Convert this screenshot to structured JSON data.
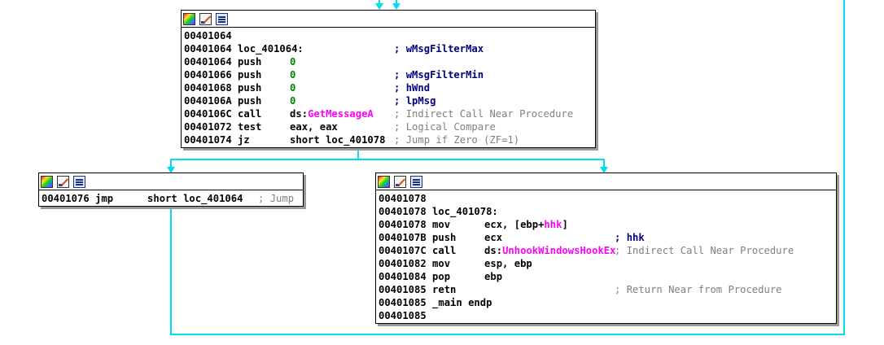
{
  "colors": {
    "edge": "#00dcf0",
    "address": "#000000",
    "number": "#008000",
    "api": "#ff00ff",
    "param_comment": "#000080",
    "auto_comment": "#808080"
  },
  "header_icons": [
    "color-palette-icon",
    "rename-icon",
    "graph-overview-icon"
  ],
  "blocks": {
    "top": {
      "lines": [
        {
          "addr": "00401064",
          "op": "",
          "args": "",
          "comment": ""
        },
        {
          "addr": "00401064",
          "op": "loc_401064:",
          "args": "",
          "comment": "; wMsgFilterMax"
        },
        {
          "addr": "00401064",
          "op": "push",
          "args": "0",
          "comment": ""
        },
        {
          "addr": "00401066",
          "op": "push",
          "args": "0",
          "comment": "; wMsgFilterMin"
        },
        {
          "addr": "00401068",
          "op": "push",
          "args": "0",
          "comment": "; hWnd"
        },
        {
          "addr": "0040106A",
          "op": "push",
          "args": "0",
          "comment": "; lpMsg"
        },
        {
          "addr": "0040106C",
          "op": "call",
          "args_prefix": "ds:",
          "args_api": "GetMessageA",
          "comment": "; Indirect Call Near Procedure"
        },
        {
          "addr": "00401072",
          "op": "test",
          "args": "eax, eax",
          "comment": "; Logical Compare"
        },
        {
          "addr": "00401074",
          "op": "jz",
          "args": "short loc_401078",
          "comment": "; Jump if Zero (ZF=1)"
        }
      ]
    },
    "left": {
      "lines": [
        {
          "addr": "00401076",
          "op": "jmp",
          "args": "short loc_401064",
          "comment": "; Jump"
        }
      ]
    },
    "right": {
      "lines": [
        {
          "addr": "00401078",
          "op": "",
          "args": "",
          "comment": ""
        },
        {
          "addr": "00401078",
          "op": "loc_401078:",
          "args": "",
          "comment": ""
        },
        {
          "addr": "00401078",
          "op": "mov",
          "args_prefix": "ecx, [ebp+",
          "args_api": "hhk",
          "args_suffix": "]",
          "comment": ""
        },
        {
          "addr": "0040107B",
          "op": "push",
          "args": "ecx",
          "comment": "; hhk"
        },
        {
          "addr": "0040107C",
          "op": "call",
          "args_prefix": "ds:",
          "args_api": "UnhookWindowsHookEx",
          "comment": "; Indirect Call Near Procedure"
        },
        {
          "addr": "00401082",
          "op": "mov",
          "args": "esp, ebp",
          "comment": ""
        },
        {
          "addr": "00401084",
          "op": "pop",
          "args": "ebp",
          "comment": ""
        },
        {
          "addr": "00401085",
          "op": "retn",
          "args": "",
          "comment": "; Return Near from Procedure"
        },
        {
          "addr": "00401085",
          "op": "_main endp",
          "args": "",
          "comment": ""
        },
        {
          "addr": "00401085",
          "op": "",
          "args": "",
          "comment": ""
        }
      ]
    }
  }
}
